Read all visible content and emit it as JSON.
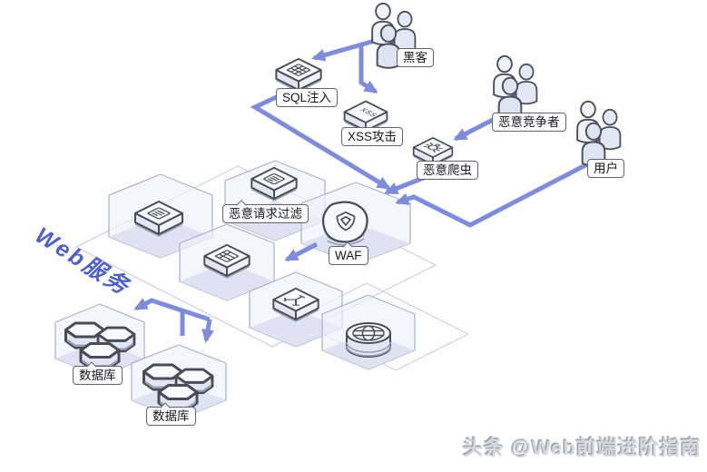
{
  "nodes": {
    "hacker": "黑客",
    "sql": "SQL注入",
    "xss": "XSS攻击",
    "competitor": "恶意竞争者",
    "crawler": "恶意爬虫",
    "user": "用户",
    "filter": "恶意请求过滤",
    "waf": "WAF",
    "db1": "数据库",
    "db2": "数据库"
  },
  "plane_label": "Web服务",
  "watermark": "头条 @Web前端进阶指南",
  "icon_glyph_text": {
    "xss_cube": "XSS"
  },
  "colors": {
    "arrow": "#7d8cdb",
    "icon_outline": "#474c57",
    "zone_floor": "#dce1f2",
    "label_border": "#5f6470",
    "plane_text": "#4c61c9",
    "watermark_text": "#d4d7dd"
  }
}
